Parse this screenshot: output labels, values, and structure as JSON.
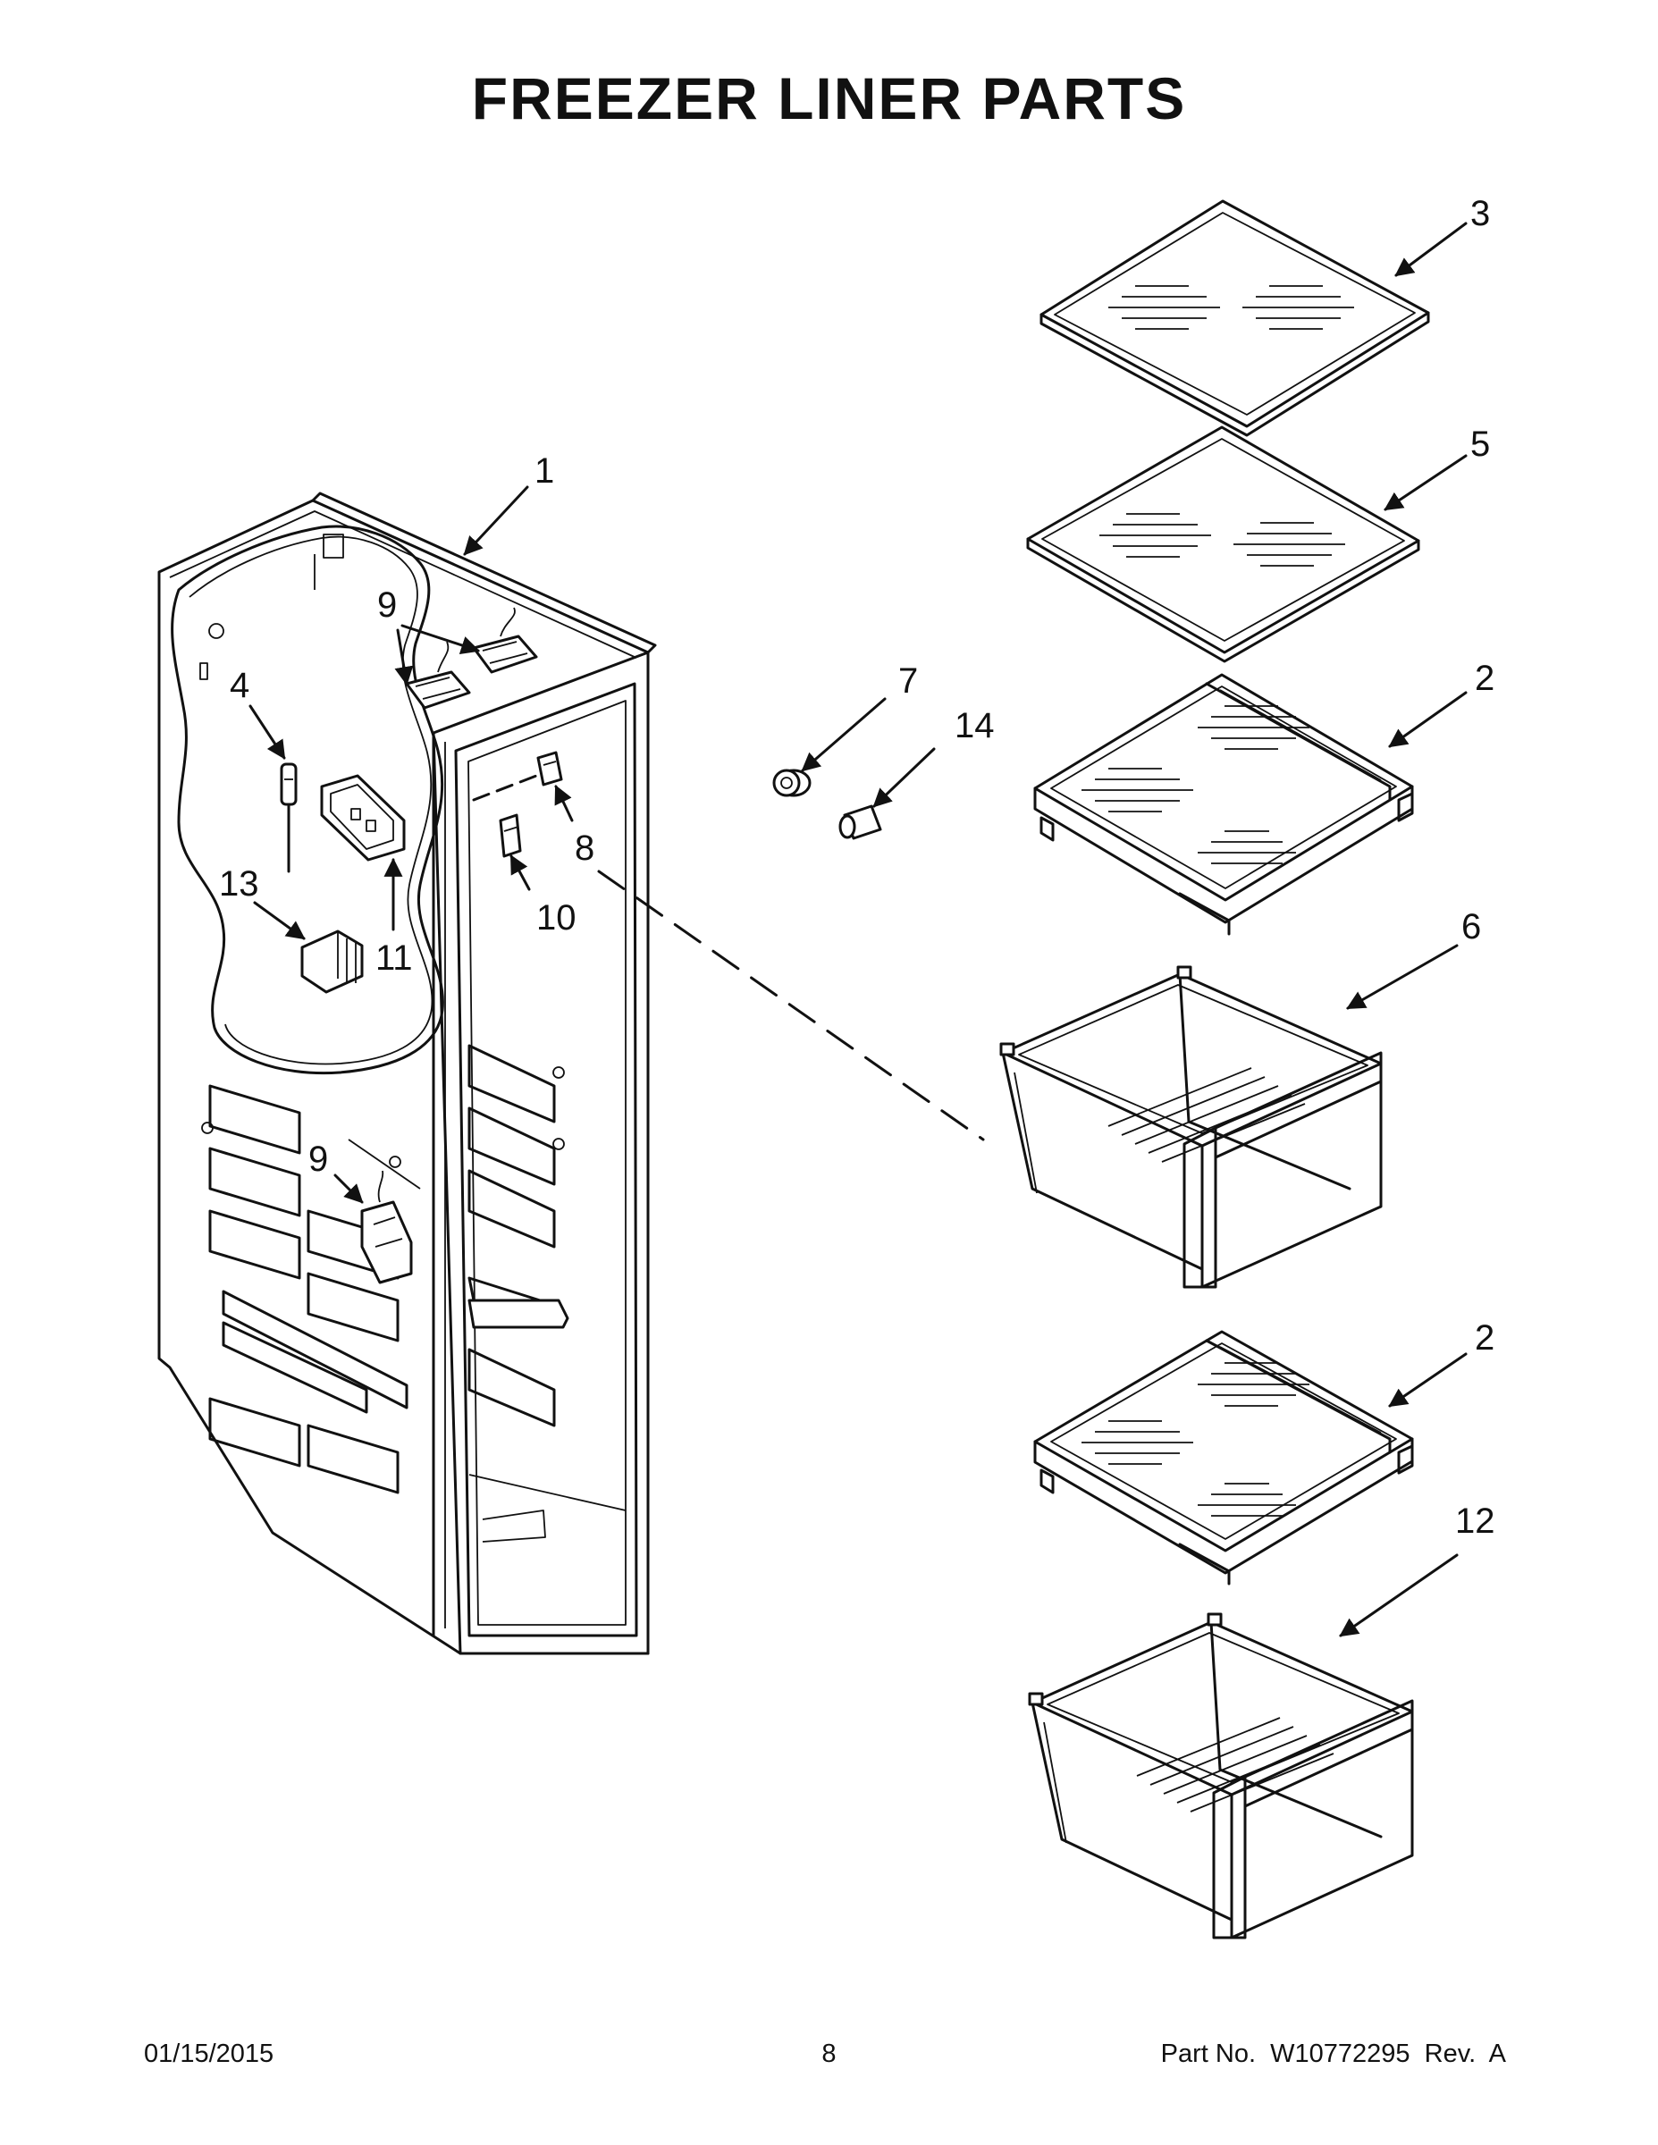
{
  "title": "FREEZER LINER PARTS",
  "callouts": {
    "liner": "1",
    "shelf_upper": "2",
    "shelf_lower": "2",
    "glass_shelf_top": "3",
    "part_4": "4",
    "glass_shelf_second": "5",
    "bin_upper": "6",
    "part_7": "7",
    "part_8": "8",
    "part_9_top": "9",
    "part_9_lower": "9",
    "part_10": "10",
    "part_11": "11",
    "bin_lower": "12",
    "part_13": "13",
    "part_14": "14"
  },
  "footer": {
    "date": "01/15/2015",
    "page_number": "8",
    "part_info": "Part No.  W10772295  Rev.  A"
  },
  "colors": {
    "ink": "#111111",
    "paper": "#ffffff"
  }
}
